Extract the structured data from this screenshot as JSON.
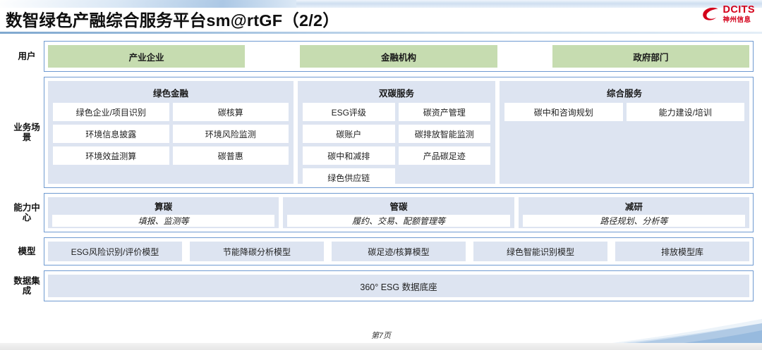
{
  "header": {
    "title": "数智绿色产融综合服务平台sm@rtGF（2/2）",
    "logo": {
      "mark": "dcits-swirl-icon",
      "english": "DCITS",
      "chinese": "神州信息",
      "color": "#d4001a"
    }
  },
  "colors": {
    "user_box": "#c6dcb0",
    "panel": "#dde4f1",
    "border": "#6f9ad1",
    "item": "#ffffff"
  },
  "rows": {
    "users": {
      "label": "用户",
      "items": [
        {
          "label": "产业企业"
        },
        {
          "label": "金融机构"
        },
        {
          "label": "政府部门"
        }
      ]
    },
    "scenarios": {
      "label": "业务场景",
      "panels": [
        {
          "title": "绿色金融",
          "items": [
            "绿色企业/项目识别",
            "碳核算",
            "环境信息披露",
            "环境风险监测",
            "环境效益测算",
            "碳普惠"
          ]
        },
        {
          "title": "双碳服务",
          "items": [
            "ESG评级",
            "碳资产管理",
            "碳账户",
            "碳排放智能监测",
            "碳中和减排",
            "产品碳足迹",
            "绿色供应链"
          ]
        },
        {
          "title": "综合服务",
          "items": [
            "碳中和咨询规划",
            "能力建设/培训"
          ]
        }
      ]
    },
    "capability": {
      "label": "能力中心",
      "panels": [
        {
          "title": "算碳",
          "subtitle": "填报、监测等"
        },
        {
          "title": "管碳",
          "subtitle": "履约、交易、配额管理等"
        },
        {
          "title": "减研",
          "subtitle": "路径规划、分析等"
        }
      ]
    },
    "models": {
      "label": "模型",
      "items": [
        "ESG风险识别/评价模型",
        "节能降碳分析模型",
        "碳足迹/核算模型",
        "绿色智能识别模型",
        "排放模型库"
      ]
    },
    "data": {
      "label": "数据集成",
      "items": [
        "360° ESG 数据底座"
      ]
    }
  },
  "footer": {
    "page_label": "第7页"
  }
}
